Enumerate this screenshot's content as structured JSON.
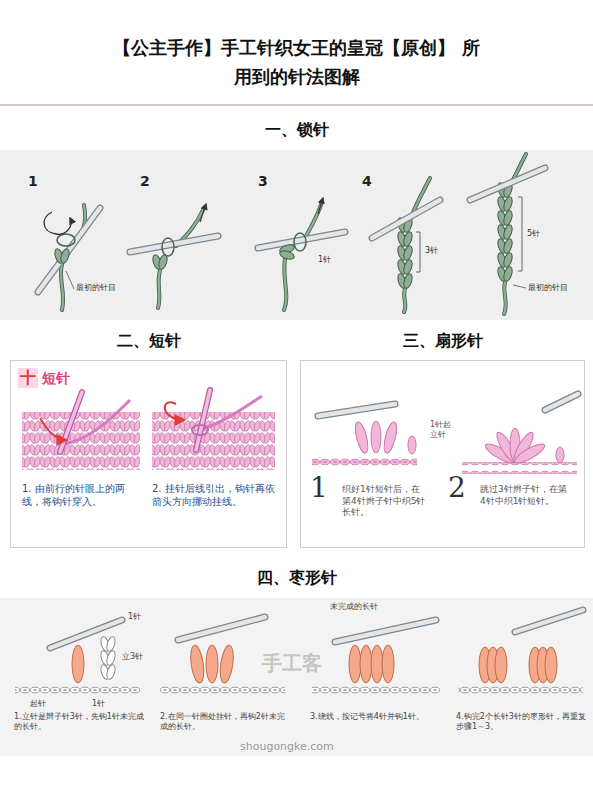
{
  "diagram": {
    "title": "【公主手作】手工针织女王的皇冠【原创】 所用到的针法图解",
    "nodes": [
      {
        "text": [
          "一、锁针"
        ]
      },
      {
        "text": [
          "二、短针"
        ]
      },
      {
        "text": [
          "三、扇形针"
        ]
      },
      {
        "text": [
          "四、枣形针"
        ]
      }
    ],
    "labels": [
      "1",
      "2",
      "3",
      "4",
      "最初的针目",
      "1针",
      "3针",
      "5针",
      "最初的针目",
      "十",
      "短针",
      "1. 由前行的针眼上的两线，将钩针穿入。",
      "2. 挂针后线引出，钩针再依箭头方向挪动挂线。",
      "1针起立针",
      "1",
      "织好1针短针后，在第4针辫子针中织5针长针。",
      "2",
      "跳过3针辫子针，在第4针中织1针短针。",
      "1针",
      "立3针",
      "起针",
      "1针",
      "未完成的长针",
      "1.立针是辫子针3针，先钩1针未完成的长针。",
      "2.在同一针圈处挂针，再钩2针未完成的长针。",
      "3.绕线，按记号将4针并钩1针。",
      "4.钩完2个长针3针的枣形针，再重复步骤1～3。",
      "手工客",
      "shougongke.com"
    ]
  }
}
